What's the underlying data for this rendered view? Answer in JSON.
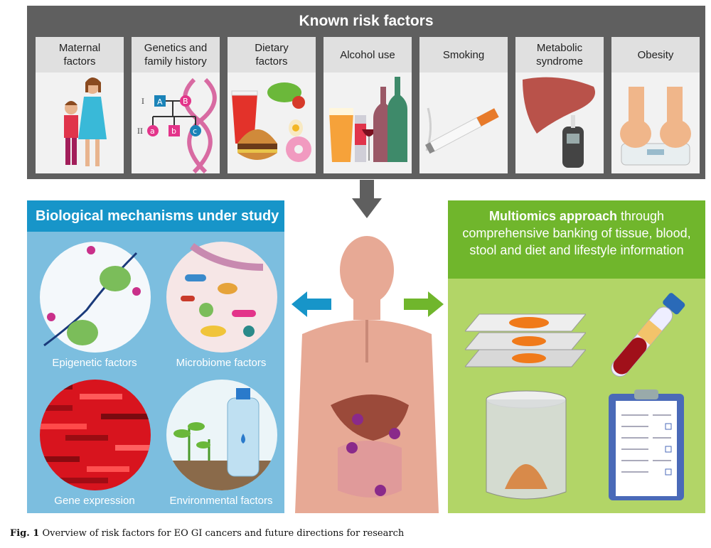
{
  "top": {
    "title": "Known risk factors",
    "factors": [
      {
        "label": "Maternal\nfactors",
        "icon": "mother-child-icon"
      },
      {
        "label": "Genetics and\nfamily history",
        "icon": "pedigree-dna-icon"
      },
      {
        "label": "Dietary\nfactors",
        "icon": "junk-food-icon"
      },
      {
        "label": "Alcohol use",
        "icon": "alcohol-bottles-icon"
      },
      {
        "label": "Smoking",
        "icon": "cigarette-icon"
      },
      {
        "label": "Metabolic\nsyndrome",
        "icon": "liver-glucometer-icon"
      },
      {
        "label": "Obesity",
        "icon": "scale-feet-icon"
      }
    ],
    "pedigree": {
      "gen1": "I",
      "gen2": "II",
      "A": "A",
      "B": "B",
      "a": "a",
      "b": "b",
      "c": "c"
    }
  },
  "left": {
    "title": "Biological mechanisms under study",
    "items": [
      {
        "label": "Epigenetic factors",
        "icon": "nucleosome-icon"
      },
      {
        "label": "Microbiome factors",
        "icon": "bacteria-icon"
      },
      {
        "label": "Gene expression",
        "icon": "heatmap-icon"
      },
      {
        "label": "Environmental factors",
        "icon": "plant-water-icon"
      }
    ]
  },
  "right": {
    "title_bold": "Multiomics approach",
    "title_rest": " through comprehensive banking of tissue, blood, stool and diet and lifestyle information",
    "items": [
      "tissue-slides-icon",
      "blood-tube-icon",
      "stool-jar-icon",
      "clipboard-icon"
    ]
  },
  "caption": {
    "fig": "Fig. 1",
    "text": " Overview of risk factors for EO GI cancers and future directions for research"
  },
  "colors": {
    "top_bg": "#5f5f5f",
    "left_bg": "#7cbedf",
    "left_header": "#1795c9",
    "right_bg": "#b2d567",
    "right_header": "#70b62c",
    "arrow_blue": "#1795c9",
    "arrow_green": "#70b62c"
  }
}
